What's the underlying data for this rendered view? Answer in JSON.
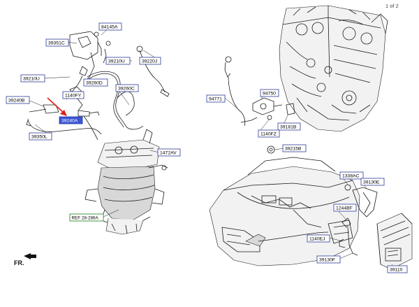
{
  "page_indicator": "1 of 2",
  "direction_label": "FR.",
  "callouts": [
    {
      "id": "c-84145A",
      "text": "84145A"
    },
    {
      "id": "c-39351C",
      "text": "39351C"
    },
    {
      "id": "c-39210U-top",
      "text": "39210U"
    },
    {
      "id": "c-39220J",
      "text": "39220J"
    },
    {
      "id": "c-39210U-left",
      "text": "39210U"
    },
    {
      "id": "c-39260D",
      "text": "39260D"
    },
    {
      "id": "c-39260C",
      "text": "39260C"
    },
    {
      "id": "c-1140FY",
      "text": "1140FY"
    },
    {
      "id": "c-39240B",
      "text": "39240B"
    },
    {
      "id": "c-39240A",
      "text": "39240A"
    },
    {
      "id": "c-39350L",
      "text": "39350L"
    },
    {
      "id": "c-1472AV",
      "text": "1472AV"
    },
    {
      "id": "c-REF",
      "text": "REF 28-286A"
    },
    {
      "id": "c-94771",
      "text": "94771"
    },
    {
      "id": "c-94750",
      "text": "94750"
    },
    {
      "id": "c-39181B",
      "text": "39181B"
    },
    {
      "id": "c-1140FZ",
      "text": "1140FZ"
    },
    {
      "id": "c-39215B",
      "text": "39215B"
    },
    {
      "id": "c-1338AC",
      "text": "1338AC"
    },
    {
      "id": "c-39130E",
      "text": "39130E"
    },
    {
      "id": "c-1244BF",
      "text": "1244BF"
    },
    {
      "id": "c-1140EJ",
      "text": "1140EJ"
    },
    {
      "id": "c-39130F",
      "text": "39130F"
    },
    {
      "id": "c-39110",
      "text": "39110"
    }
  ],
  "highlighted_part": "39240A",
  "colors": {
    "callout_border": "#2b3a9a",
    "highlight_fill": "#3b55d6",
    "ref_border": "#2f8f2f",
    "arrow": "#e0201a",
    "line_art": "#1a1a1a"
  }
}
